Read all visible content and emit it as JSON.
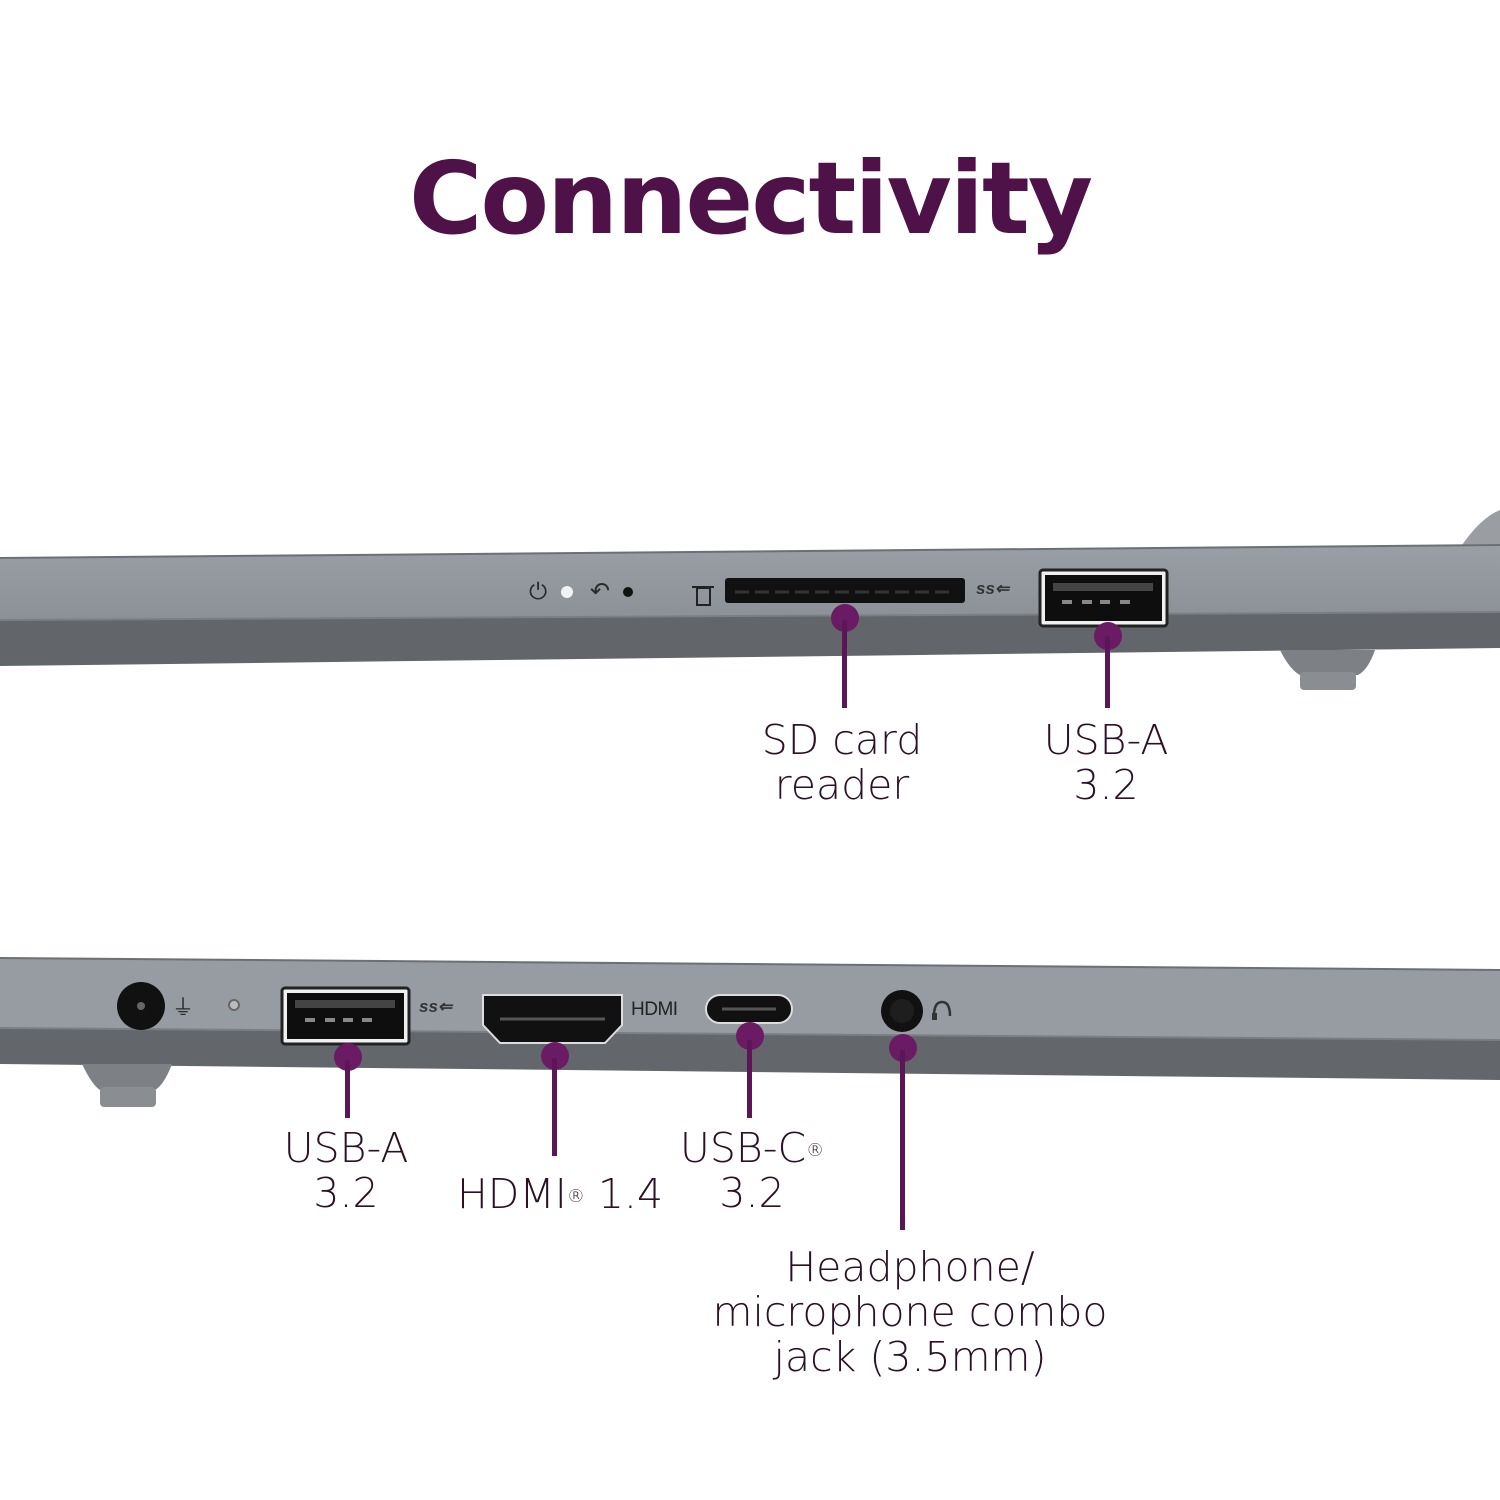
{
  "title": "Connectivity",
  "colors": {
    "accent": "#4e1148",
    "callout": "#6a1b63",
    "chassis": "#8e9399",
    "chassis_dark": "#5f6368",
    "label_text": "#2a1126"
  },
  "top_side": {
    "indicators": [
      {
        "icon": "power-icon",
        "glyph": "⏻"
      },
      {
        "icon": "status-led-icon"
      },
      {
        "icon": "novo-button-icon",
        "glyph": "↶"
      },
      {
        "icon": "novo-pinhole-icon"
      },
      {
        "icon": "sd-card-icon"
      }
    ],
    "ss_mark": "ss⇐",
    "ports": [
      {
        "id": "sd-card-reader",
        "label_line1": "SD card",
        "label_line2": "reader"
      },
      {
        "id": "usb-a-right",
        "label_line1": "USB-A",
        "label_line2": "3.2"
      }
    ]
  },
  "bottom_side": {
    "indicators": [
      {
        "icon": "dc-power-jack-icon"
      },
      {
        "icon": "plug-icon",
        "glyph": "⏚"
      },
      {
        "icon": "charging-led-icon"
      }
    ],
    "ss_mark": "ss⇐",
    "hdmi_mark": "HDMI",
    "ports": [
      {
        "id": "usb-a-left",
        "label_line1": "USB-A",
        "label_line2": "3.2"
      },
      {
        "id": "hdmi",
        "label_main": "HDMI",
        "label_reg": "®",
        "label_version": " 1.4"
      },
      {
        "id": "usb-c",
        "label_main": "USB-C",
        "label_reg": "®",
        "label_line2": "3.2"
      },
      {
        "id": "audio-jack",
        "label_line1": "Headphone/",
        "label_line2": "microphone combo",
        "label_line3": "jack (3.5mm)"
      }
    ]
  }
}
